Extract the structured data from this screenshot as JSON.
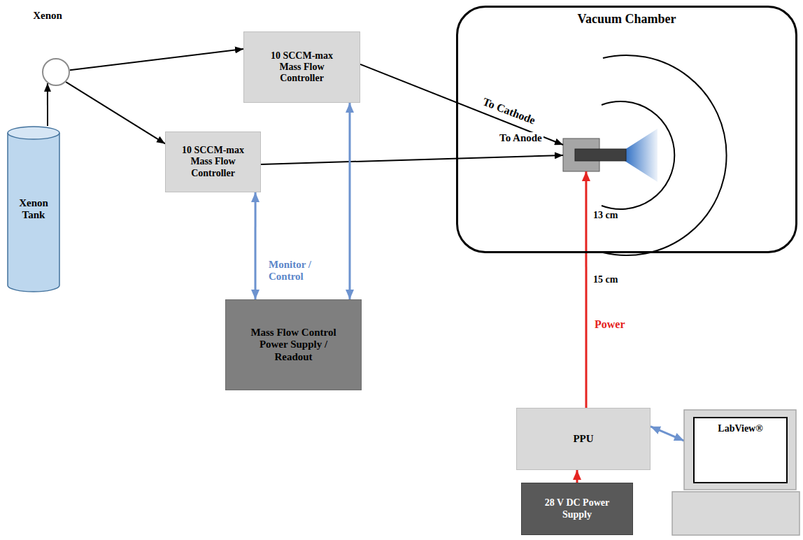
{
  "diagram": {
    "nodes": [
      {
        "text": [
          "Xenon"
        ]
      },
      {
        "text": [
          "10 SCCM-max Mass Flow Controller"
        ]
      },
      {
        "text": [
          "Vacuum Chamber"
        ]
      },
      {
        "text": [
          "10 SCCM-max Mass Flow Controller"
        ]
      },
      {
        "text": [
          "Xenon Tank"
        ]
      },
      {
        "text": [
          "Mass Flow Control Power Supply / Readout"
        ]
      },
      {
        "text": [
          "PPU"
        ]
      },
      {
        "text": [
          "28 V DC Power Supply"
        ]
      },
      {
        "text": [
          "LabView®"
        ]
      }
    ],
    "edges": [
      {
        "from": 4,
        "to": 0,
        "arrow": "to"
      },
      {
        "from": 0,
        "to": 1,
        "arrow": "to"
      },
      {
        "from": 0,
        "to": 3,
        "arrow": "to"
      },
      {
        "from": 1,
        "to": 2,
        "label": "To Cathode",
        "arrow": "to"
      },
      {
        "from": 3,
        "to": 2,
        "label": "To Anode",
        "arrow": "to"
      },
      {
        "from": 5,
        "to": 3,
        "label": "Monitor / Control",
        "arrow": "both"
      },
      {
        "from": 5,
        "to": 1,
        "arrow": "both"
      },
      {
        "from": 6,
        "to": 2,
        "label": "Power",
        "arrow": "to"
      },
      {
        "from": 7,
        "to": 6,
        "arrow": "to"
      },
      {
        "from": 6,
        "to": 8,
        "arrow": "both"
      }
    ],
    "labels": [
      "13 cm",
      "15 cm"
    ]
  }
}
